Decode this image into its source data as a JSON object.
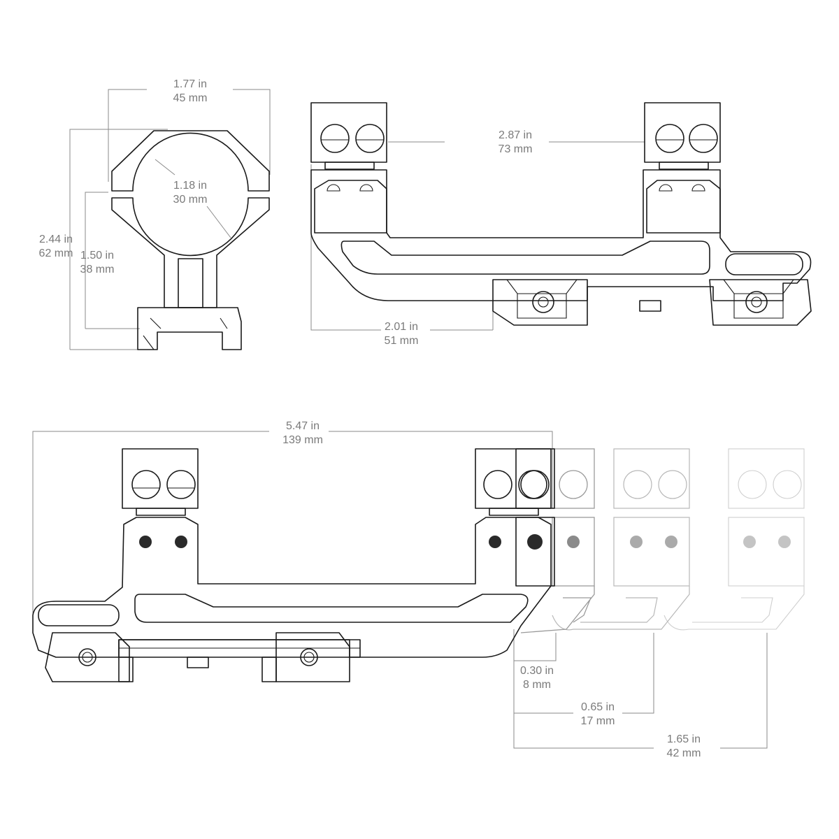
{
  "dimensions": {
    "ring_width": {
      "in": "1.77 in",
      "mm": "45 mm"
    },
    "ring_inner": {
      "in": "1.18 in",
      "mm": "30 mm"
    },
    "total_height": {
      "in": "2.44 in",
      "mm": "62 mm"
    },
    "center_height": {
      "in": "1.50 in",
      "mm": "38 mm"
    },
    "ring_spacing": {
      "in": "2.87 in",
      "mm": "73 mm"
    },
    "base_offset": {
      "in": "2.01 in",
      "mm": "51 mm"
    },
    "overall_length": {
      "in": "5.47 in",
      "mm": "139 mm"
    },
    "adj_1": {
      "in": "0.30 in",
      "mm": "8 mm"
    },
    "adj_2": {
      "in": "0.65 in",
      "mm": "17 mm"
    },
    "adj_3": {
      "in": "1.65 in",
      "mm": "42 mm"
    }
  }
}
